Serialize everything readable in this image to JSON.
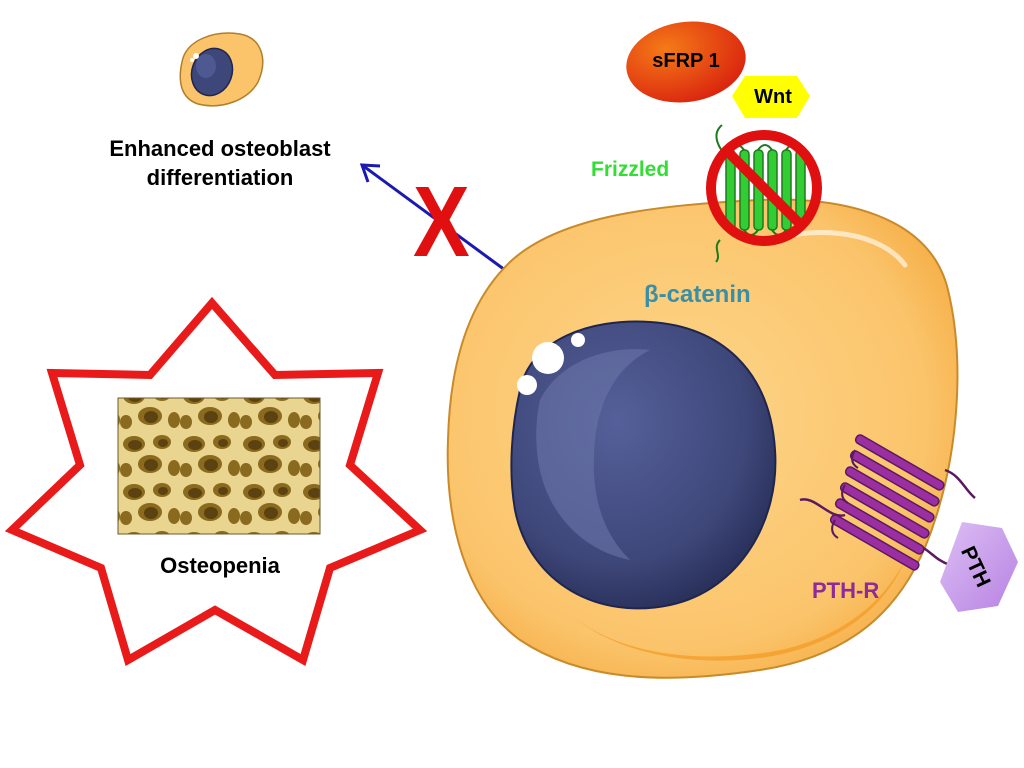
{
  "labels": {
    "osteoblast_line1": "Enhanced osteoblast",
    "osteoblast_line2": "differentiation",
    "osteopenia": "Osteopenia",
    "frizzled": "Frizzled",
    "beta_symbol": "β",
    "catenin": "-catenin",
    "pth_r": "PTH-R",
    "sfrp1": "sFRP 1",
    "wnt": "Wnt",
    "pth": "PTH",
    "block_x": "X"
  },
  "colors": {
    "cell_body": "#fbc770",
    "nucleus": "#3f4a7c",
    "frizzled": "#32cd32",
    "frizzled_text": "#33dd33",
    "beta_catenin_text": "#3a8fa8",
    "pth_r": "#9b2ea0",
    "pth_r_text": "#8e2a9a",
    "block_symbol": "#e01010",
    "arrow": "#1a1ab0",
    "star_outline": "#e81a1a",
    "sfrp1": "#e8440c",
    "wnt": "#ffff00",
    "pth": "#c89be8"
  },
  "icons": {
    "prohibition": "no-symbol-icon",
    "arrow": "arrow-up-left-icon",
    "bone": "trabecular-bone-icon"
  }
}
